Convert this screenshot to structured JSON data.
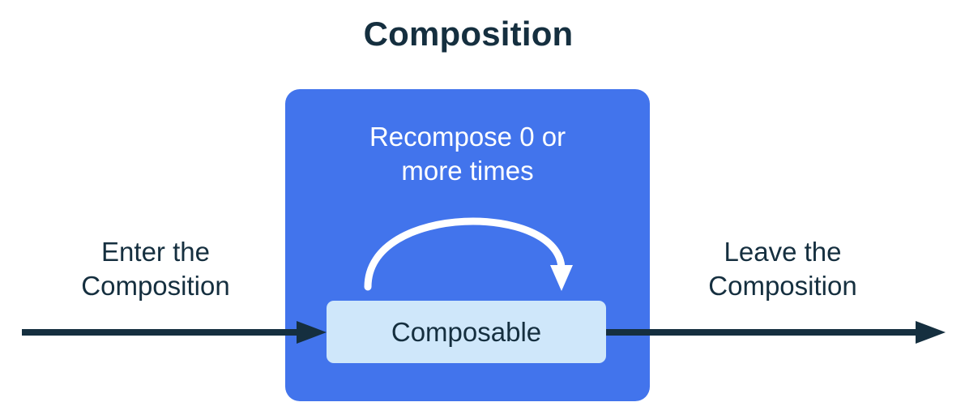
{
  "diagram": {
    "title": "Composition",
    "colors": {
      "background": "#ffffff",
      "composition_blue": "#4274EC",
      "composable_light_blue": "#CFE7FA",
      "ink_navy": "#152F3F",
      "arrow_white": "#ffffff"
    },
    "composition_region": {
      "name": "Composition",
      "recompose_caption_line1": "Recompose 0 or",
      "recompose_caption_line2": "more times",
      "recompose_count": "0",
      "recurse_arrow_name": "recompose-loop-arrow"
    },
    "composable_node": {
      "label": "Composable"
    },
    "entry_flow": {
      "label_line1": "Enter the",
      "label_line2": "Composition",
      "arrow_direction": "right"
    },
    "exit_flow": {
      "label_line1": "Leave the",
      "label_line2": "Composition",
      "arrow_direction": "right"
    }
  }
}
